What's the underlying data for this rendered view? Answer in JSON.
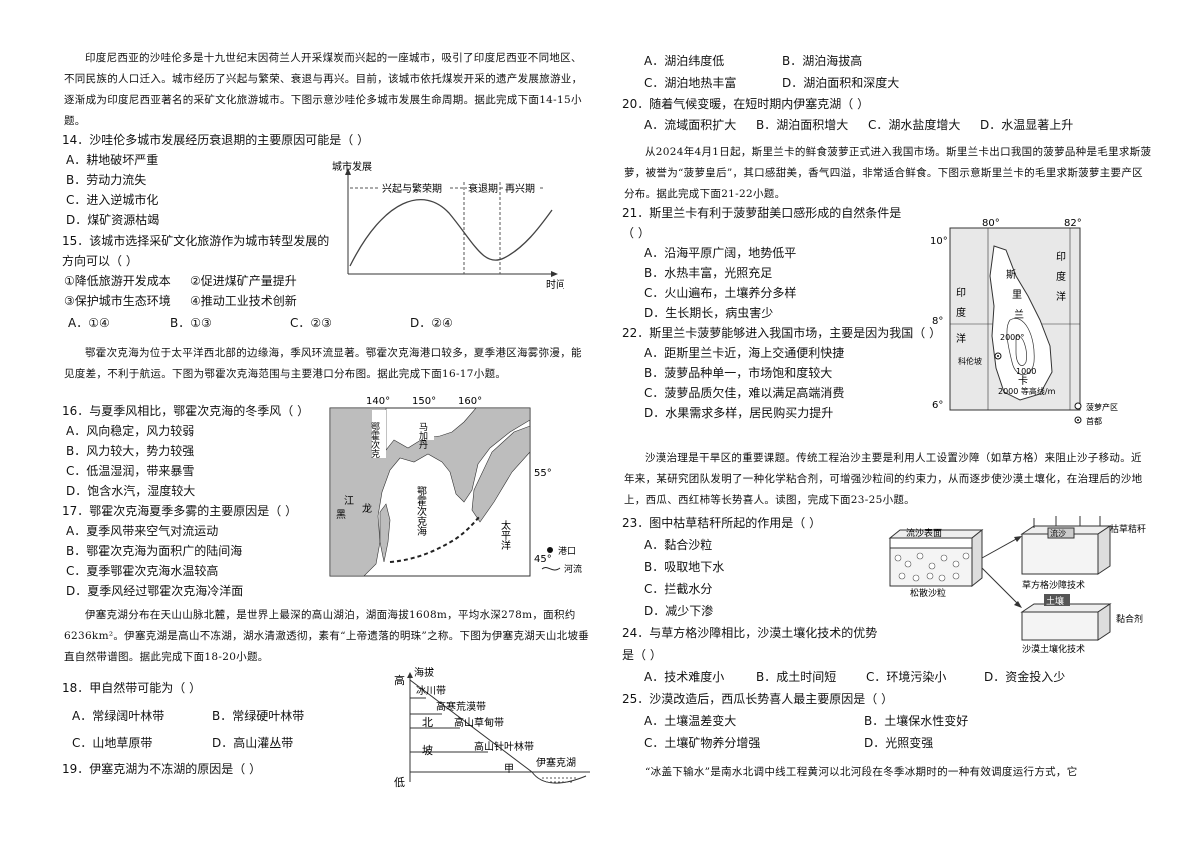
{
  "left": {
    "intro1": "印度尼西亚的沙哇伦多是十九世纪末因荷兰人开采煤炭而兴起的一座城市，吸引了印度尼西亚不同地区、不同民族的人口迁入。城市经历了兴起与繁荣、衰退与再兴。目前，该城市依托煤炭开采的遗产发展旅游业，逐渐成为印度尼西亚著名的采矿文化旅游城市。下图示意沙哇伦多城市发展生命周期。据此完成下面14-15小题。",
    "q14": "14．沙哇伦多城市发展经历衰退期的主要原因可能是（    ）",
    "q14_opts": [
      "A．耕地破坏严重",
      "B．劳动力流失",
      "C．进入逆城市化",
      "D．煤矿资源枯竭"
    ],
    "q15_line1": "15．该城市选择采矿文化旅游作为城市转型发展的",
    "q15_line2": "方向可以（    ）",
    "q15_items": [
      "①降低旅游开发成本",
      "②促进煤矿产量提升",
      "③保护城市生态环境",
      "④推动工业技术创新"
    ],
    "q15_opts": [
      "A．①④",
      "B．①③",
      "C．②③",
      "D．②④"
    ],
    "fig1": {
      "ylabel": "城市发展",
      "xlabel": "时间",
      "phase1": "兴起与繁荣期",
      "phase2": "衰退期",
      "phase3": "再兴期"
    },
    "intro2": "鄂霍次克海为位于太平洋西北部的边缘海，季风环流显著。鄂霍次克海港口较多，夏季港区海雾弥漫，能见度差，不利于航运。下图为鄂霍次克海范围与主要港口分布图。据此完成下面16-17小题。",
    "q16": "16．与夏季风相比，鄂霍次克海的冬季风（    ）",
    "q16_opts": [
      "A．风向稳定，风力较弱",
      "B．风力较大，势力较强",
      "C．低温湿润，带来暴雪",
      "D．饱含水汽，湿度较大"
    ],
    "q17": "17．鄂霍次克海夏季多雾的主要原因是（    ）",
    "q17_opts": [
      "A．夏季风带来空气对流运动",
      "B．鄂霍次克海为面积广的陆间海",
      "C．夏季鄂霍次克海水温较高",
      "D．夏季风经过鄂霍次克海冷洋面"
    ],
    "fig2": {
      "lon": [
        "140°",
        "150°",
        "160°"
      ],
      "lat1": "55°",
      "lat2": "45°",
      "okhotsk_label": "鄂霍次克",
      "magadan": "马加丹",
      "sea_label": "鄂霍次克海",
      "amur": "江",
      "amur2": "黑",
      "amur3": "龙",
      "pacific": "太平洋",
      "legend_port": "港口",
      "legend_river": "河流"
    },
    "intro3": "伊塞克湖分布在天山山脉北麓，是世界上最深的高山湖泊，湖面海拔1608m，平均水深278m，面积约6236km²。伊塞克湖是高山不冻湖，湖水清澈透彻，素有“上帝遗落的明珠”之称。下图为伊塞克湖天山北坡垂直自然带谱图。据此完成下面18-20小题。",
    "q18": "18．甲自然带可能为（    ）",
    "q18_opts": [
      "A．常绿阔叶林带",
      "B．常绿硬叶林带",
      "C．山地草原带",
      "D．高山灌丛带"
    ],
    "q19": "19．伊塞克湖为不冻湖的原因是（    ）",
    "fig3": {
      "high": "高",
      "low": "低",
      "alt": "海拔",
      "zones": [
        "冰川带",
        "高寒荒漠带",
        "高山草甸带",
        "高山针叶林带",
        "甲"
      ],
      "slope": [
        "北",
        "坡"
      ],
      "lake": "伊塞克湖"
    }
  },
  "right": {
    "q19_opts": [
      "A．湖泊纬度低",
      "B．湖泊海拔高",
      "C．湖泊地热丰富",
      "D．湖泊面积和深度大"
    ],
    "q20": "20．随着气候变暖，在短时期内伊塞克湖（    ）",
    "q20_opts": [
      "A．流域面积扩大",
      "B．湖泊面积增大",
      "C．湖水盐度增大",
      "D．水温显著上升"
    ],
    "intro4": "从2024年4月1日起，斯里兰卡的鲜食菠萝正式进入我国市场。斯里兰卡出口我国的菠萝品种是毛里求斯菠萝，被誉为“菠萝皇后”，其口感甜美，香气四溢，非常适合鲜食。下图示意斯里兰卡的毛里求斯菠萝主要产区分布。据此完成下面21-22小题。",
    "q21_line1": "21．斯里兰卡有利于菠萝甜美口感形成的自然条件是",
    "q21_line2": "（    ）",
    "q21_opts": [
      "A．沿海平原广阔，地势低平",
      "B．水热丰富，光照充足",
      "C．火山遍布，土壤养分多样",
      "D．生长期长，病虫害少"
    ],
    "q22": "22．斯里兰卡菠萝能够进入我国市场，主要是因为我国（    ）",
    "q22_opts": [
      "A．距斯里兰卡近，海上交通便利快捷",
      "B．菠萝品种单一，市场饱和度较大",
      "C．菠萝品质欠佳，难以满足高端消费",
      "D．水果需求多样，居民购买力提升"
    ],
    "fig4": {
      "lon": [
        "80°",
        "82°"
      ],
      "lat": [
        "10°",
        "8°",
        "6°"
      ],
      "india_ocean_left": [
        "印",
        "度",
        "洋"
      ],
      "india_ocean_right": [
        "印",
        "度",
        "洋"
      ],
      "country": [
        "斯",
        "里",
        "兰",
        "卡"
      ],
      "capital": "科伦坡",
      "c1000": "1000",
      "c2000": "2000°",
      "legend_contour": "2000 等高线/m",
      "legend_area": "菠萝产区",
      "legend_capital": "首都"
    },
    "intro5": "沙漠治理是干旱区的重要课题。传统工程治沙主要是利用人工设置沙障（如草方格）来阻止沙子移动。近年来，某研究团队发明了一种化学粘合剂，可增强沙粒间的约束力，从而逐步使沙漠土壤化，在治理后的沙地上，西瓜、西红柿等长势喜人。读图，完成下面23-25小题。",
    "q23": "23．图中枯草秸秆所起的作用是（    ）",
    "q23_opts": [
      "A．黏合沙粒",
      "B．吸取地下水",
      "C．拦截水分",
      "D．减少下渗"
    ],
    "q24_line1": "24．与草方格沙障相比，沙漠土壤化技术的优势",
    "q24_line2": "是（    ）",
    "q24_opts": [
      "A．技术难度小",
      "B．成土时间短",
      "C．环境污染小",
      "D．资金投入少"
    ],
    "q25": "25．沙漠改造后，西瓜长势喜人最主要原因是（    ）",
    "q25_opts": [
      "A．土壤温差变大",
      "B．土壤保水性变好",
      "C．土壤矿物养分增强",
      "D．光照变强"
    ],
    "fig5": {
      "straw": "枯草秸秆",
      "surface": "流沙表面",
      "loose": "松散沙粒",
      "sand": "流沙",
      "grid_tech": "草方格沙障技术",
      "soil": "土壤",
      "binder": "黏合剂",
      "soil_tech": "沙漠土壤化技术"
    },
    "intro6": "“冰盖下输水”是南水北调中线工程黄河以北河段在冬季冰期时的一种有效调度运行方式，它"
  }
}
